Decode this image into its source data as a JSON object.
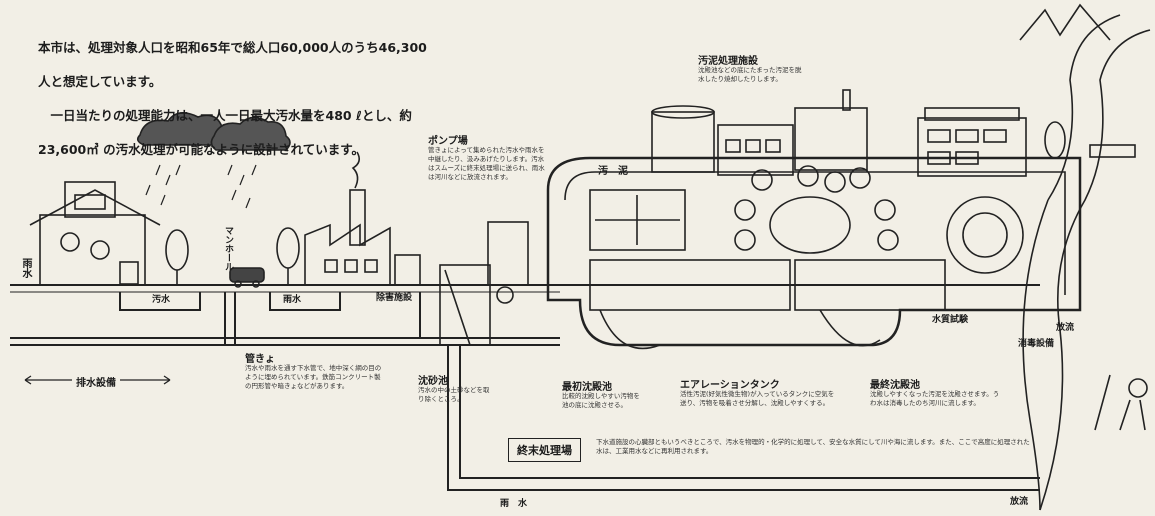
{
  "intro": {
    "line1": "本市は、処理対象人口を昭和65年で総人口60,000人のうち46,300",
    "line2": "人と想定しています。",
    "line3": "　一日当たりの処理能力は、一人一日最大汚水量を480 ℓとし、約",
    "line4": "23,600㎥ の汚水処理が可能なように設計されています。"
  },
  "labels": {
    "usui_house": "雨水",
    "osui_pipe": "汚水",
    "usui_pipe": "雨水",
    "manhole": "マンホール",
    "jogai": "除害施設",
    "pump_title": "ポンプ場",
    "pump_desc": "管きょによって集められた汚水や雨水を中継したり、汲みあげたりします。汚水はスムーズに終末処理場に送られ、雨水は河川などに放流されます。",
    "odei_title": "汚泥処理施設",
    "odei_desc": "沈殿池などの底にたまった汚泥を脱水したり焼却したりします。",
    "odei_pipe": "汚　泥",
    "kankyo_title": "管きょ",
    "kankyo_desc": "汚水や雨水を通す下水管で、地中深く網の目のように埋められています。鉄筋コンクリート製の円形管や暗きょなどがあります。",
    "hosui_label": "排水設備",
    "chinsa_title": "沈砂池",
    "chinsa_desc": "汚水の中の土砂などを取り除くところ。",
    "saisho_title": "最初沈殿池",
    "saisho_desc": "比較的沈殿しやすい汚物を池の底に沈殿させる。",
    "aeration_title": "エアレーションタンク",
    "aeration_desc": "活性汚泥(好気性微生物)が入っているタンクに空気を送り、汚物を吸着させ分解し、沈殿しやすくする。",
    "saishu_title": "最終沈殿池",
    "saishu_desc": "沈殿しやすくなった汚泥を沈殿させます。うわ水は消毒したのち河川に流します。",
    "suishitsu": "水質試験",
    "shodoku": "消毒設備",
    "horyu1": "放流",
    "horyu2": "放流",
    "usui_bottom": "雨　水",
    "shumatsu_box": "終末処理場",
    "shumatsu_desc": "下水道施設の心臓部ともいうべきところで、汚水を物理的・化学的に処理して、安全な水質にして川や海に流します。また、ここで高度に処理された水は、工業用水などに再利用されます。"
  },
  "colors": {
    "ink": "#1c1c1c",
    "paper": "#f2efe6"
  }
}
